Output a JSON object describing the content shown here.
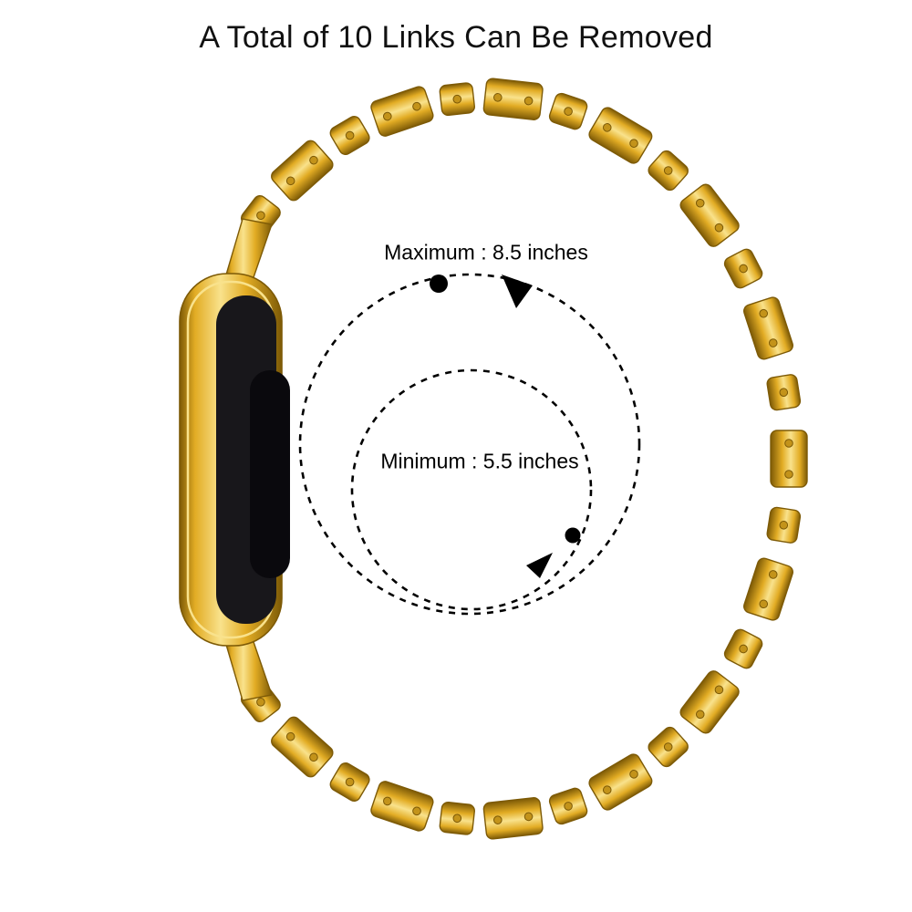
{
  "page": {
    "title": "A Total of 10 Links Can Be Removed",
    "background": "#ffffff"
  },
  "annotations": {
    "maximum_label": "Maximum : 8.5 inches",
    "minimum_label": "Minimum : 5.5 inches"
  },
  "colors": {
    "gold_highlight": "#f9e28c",
    "gold_mid": "#e2ac24",
    "gold_deep": "#7d5a06",
    "pin": "#c3931a",
    "screen_black": "#18171b",
    "screen_pill": "#0a090d",
    "annotation": "#000000"
  }
}
